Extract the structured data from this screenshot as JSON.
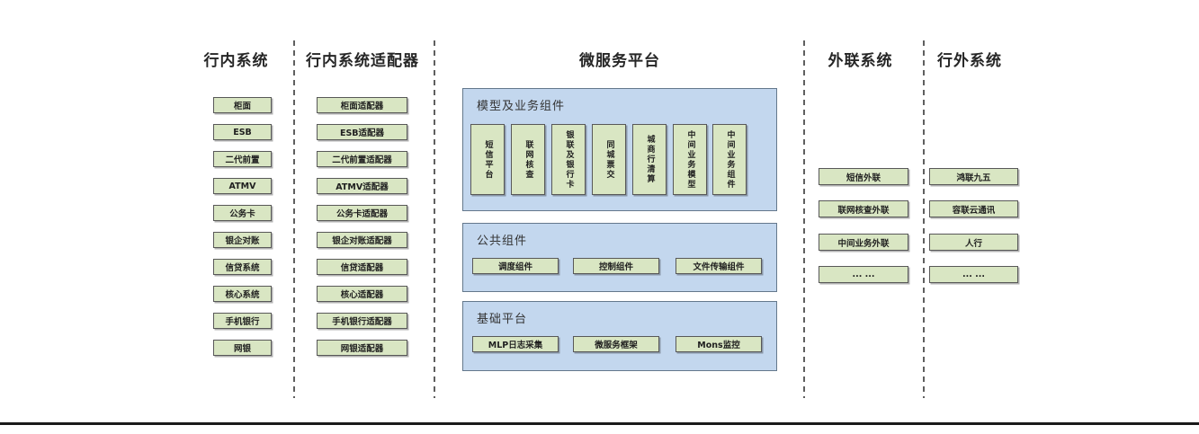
{
  "diagram": {
    "columns": {
      "inbank": {
        "title": "行内系统",
        "boxes": [
          "柜面",
          "ESB",
          "二代前置",
          "ATMV",
          "公务卡",
          "银企对账",
          "信贷系统",
          "核心系统",
          "手机银行",
          "网银"
        ]
      },
      "adapters": {
        "title": "行内系统适配器",
        "boxes": [
          "柜面适配器",
          "ESB适配器",
          "二代前置适配器",
          "ATMV适配器",
          "公务卡适配器",
          "银企对账适配器",
          "信贷适配器",
          "核心适配器",
          "手机银行适配器",
          "网银适配器"
        ]
      },
      "platform": {
        "title": "微服务平台",
        "model_section": {
          "label": "模型及业务组件",
          "boxes": [
            "短信平台",
            "联网核查",
            "银联及银行卡",
            "同城票交",
            "城商行清算",
            "中间业务模型",
            "中间业务组件"
          ]
        },
        "public_section": {
          "label": "公共组件",
          "boxes": [
            "调度组件",
            "控制组件",
            "文件传输组件"
          ]
        },
        "base_section": {
          "label": "基础平台",
          "boxes": [
            "MLP日志采集",
            "微服务框架",
            "Mons监控"
          ]
        }
      },
      "outlink": {
        "title": "外联系统",
        "boxes": [
          "短信外联",
          "联网核查外联",
          "中间业务外联",
          "... ..."
        ]
      },
      "external": {
        "title": "行外系统",
        "boxes": [
          "鸿联九五",
          "容联云通讯",
          "人行",
          "... ..."
        ]
      }
    },
    "colors": {
      "box_green": "#d9e6c3",
      "container_blue": "#c3d7ee",
      "box_border": "#585858",
      "container_border": "#64788c",
      "divider_gray": "#5f5f5f",
      "bottom_line": "#1a1a1a"
    }
  }
}
